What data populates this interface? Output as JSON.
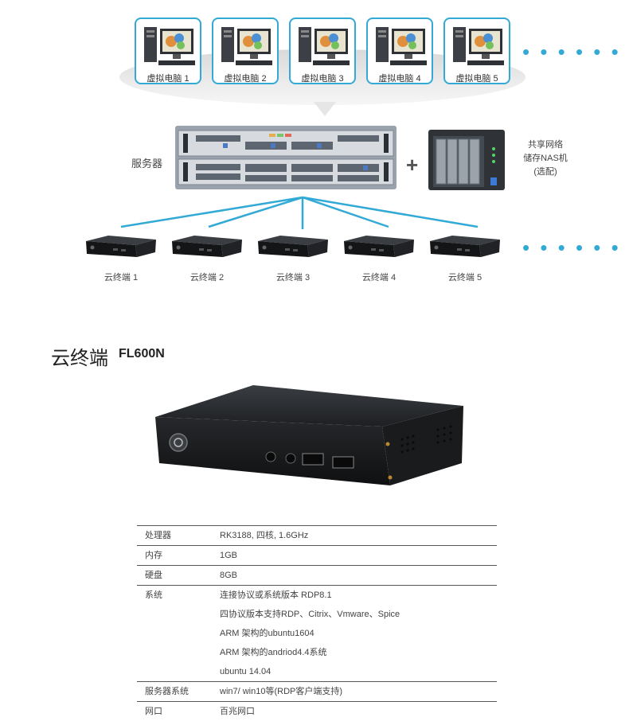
{
  "diagram": {
    "virtual_pcs": [
      "虚拟电脑 1",
      "虚拟电脑 2",
      "虚拟电脑 3",
      "虚拟电脑 4",
      "虚拟电脑 5"
    ],
    "top_more": "• • • • • •",
    "server_label": "服务器",
    "plus": "+",
    "nas_label_lines": [
      "共享网络",
      "储存NAS机",
      "(选配)"
    ],
    "thin_clients": [
      "云终端 1",
      "云终端 2",
      "云终端 3",
      "云终端 4",
      "云终端 5"
    ],
    "bottom_more": "• • • • • •",
    "colors": {
      "accent": "#33a9d6",
      "line": "#33a9d6"
    }
  },
  "product": {
    "title": "云终端",
    "model": "FL600N"
  },
  "specs": [
    {
      "key": "处理器",
      "values": [
        "RK3188, 四核, 1.6GHz"
      ]
    },
    {
      "key": "内存",
      "values": [
        "1GB"
      ]
    },
    {
      "key": "硬盘",
      "values": [
        "8GB"
      ]
    },
    {
      "key": "系统",
      "values": [
        "连接协议或系统版本 RDP8.1",
        "四协议版本支持RDP、Citrix、Vmware、Spice",
        "ARM 架构的ubuntu1604",
        "ARM 架构的andriod4.4系统",
        "ubuntu 14.04"
      ]
    },
    {
      "key": "服务器系统",
      "values": [
        "win7/ win10等(RDP客户端支持)"
      ]
    },
    {
      "key": "网口",
      "values": [
        "百兆网口"
      ]
    }
  ]
}
